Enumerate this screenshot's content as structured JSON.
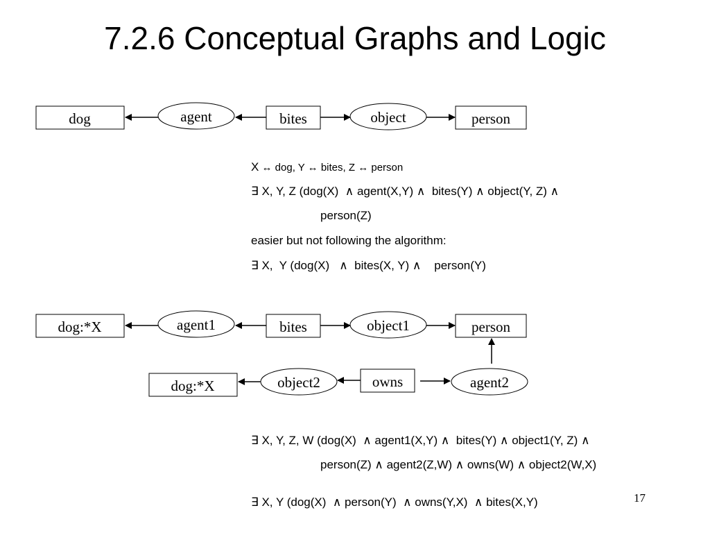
{
  "title": "7.2.6 Conceptual Graphs and Logic",
  "graph1": {
    "dog": "dog",
    "agent": "agent",
    "bites": "bites",
    "object": "object",
    "person": "person"
  },
  "mapping": {
    "x_var": "X",
    "rest": " ↔ dog, Y ↔ bites, Z ↔ person"
  },
  "formula1": {
    "line1": "∃ X, Y, Z (dog(X)  ∧ agent(X,Y) ∧  bites(Y) ∧ object(Y, Z) ∧",
    "line2": "person(Z)"
  },
  "note": "easier but not following the algorithm:",
  "formula2": "∃ X,  Y (dog(X)   ∧  bites(X, Y) ∧    person(Y)",
  "graph2": {
    "dog_x": "dog:*X",
    "agent1": "agent1",
    "bites": "bites",
    "object1": "object1",
    "person": "person",
    "dog_x2": "dog:*X",
    "object2": "object2",
    "owns": "owns",
    "agent2": "agent2"
  },
  "formula3": {
    "line1": "∃ X, Y, Z, W (dog(X)  ∧ agent1(X,Y) ∧  bites(Y) ∧ object1(Y, Z) ∧",
    "line2": "person(Z) ∧ agent2(Z,W) ∧ owns(W) ∧ object2(W,X)"
  },
  "formula4": "∃ X, Y (dog(X)  ∧ person(Y)  ∧ owns(Y,X)  ∧ bites(X,Y)",
  "page_number": "17"
}
